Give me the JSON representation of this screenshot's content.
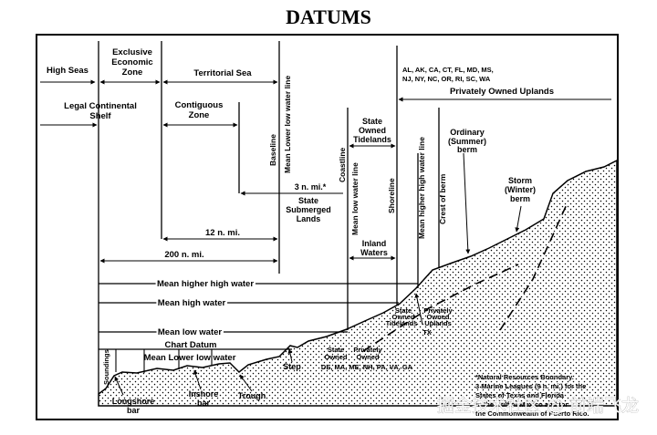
{
  "title": "DATUMS",
  "zones": {
    "high_seas": "High Seas",
    "eez_1": "Exclusive",
    "eez_2": "Economic",
    "eez_3": "Zone",
    "territorial_sea": "Territorial Sea",
    "legal_shelf_1": "Legal Continental",
    "legal_shelf_2": "Shelf",
    "contiguous_1": "Contiguous",
    "contiguous_2": "Zone",
    "states_1": "AL, AK, CA, CT, FL, MD, MS,",
    "states_2": "NJ, NY, NC, OR, RI, SC, WA",
    "private_uplands": "Privately Owned Uplands",
    "state_tidelands_1": "State",
    "state_tidelands_2": "Owned",
    "state_tidelands_3": "Tidelands",
    "ordinary_berm_1": "Ordinary",
    "ordinary_berm_2": "(Summer)",
    "ordinary_berm_3": "berm",
    "storm_berm_1": "Storm",
    "storm_berm_2": "(Winter)",
    "storm_berm_3": "berm",
    "three_nmi": "3 n. mi.*",
    "submerged_1": "State",
    "submerged_2": "Submerged",
    "submerged_3": "Lands",
    "twelve_nmi": "12 n. mi.",
    "two_hundred_nmi": "200 n. mi.",
    "inland_1": "Inland",
    "inland_2": "Waters"
  },
  "vertical_labels": {
    "baseline": "Baseline",
    "mllw": "Mean Lower low water line",
    "coastline": "Coastline",
    "mlw": "Mean low water line",
    "shoreline": "Shoreline",
    "mhhw": "Mean higher high water line",
    "crest": "Crest of berm",
    "soundings": "Soundings"
  },
  "datums": {
    "mhhw": "Mean higher high water",
    "mhw": "Mean high water",
    "mlw": "Mean low water",
    "chart": "Chart Datum",
    "mllw": "Mean Lower low water"
  },
  "features": {
    "step": "Step",
    "longshore_1": "Longshore",
    "longshore_2": "bar",
    "inshore_1": "Inshore",
    "inshore_2": "bar",
    "trough": "Trough",
    "state_owned_1": "State",
    "state_owned_2": "Owned",
    "priv_owned_1": "Privately",
    "priv_owned_2": "Owned",
    "states_bottom": "DE, MA, ME, NH, PA, VA, GA",
    "tidelands_tx_1": "State",
    "tidelands_tx_2": "Owned",
    "tidelands_tx_3": "Tidelands",
    "uplands_tx_1": "Privately",
    "uplands_tx_2": "Owned",
    "uplands_tx_3": "Uplands",
    "tx": "TX"
  },
  "footnote": {
    "line1": "*Natural Resources Boundary.",
    "line2": "3 Marine Leagues (9 n. mi.) for the",
    "line3": "States of Texas and Florida",
    "line4": "in the Gulf of Mexico and for",
    "line5": "the Commonwealth of Puerto Rico."
  },
  "watermark": "掘金技术社区 @ 前端飞龙"
}
